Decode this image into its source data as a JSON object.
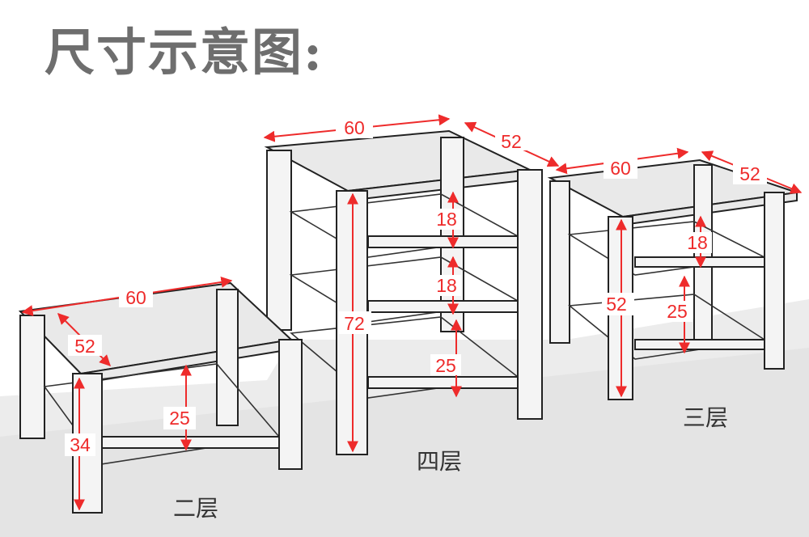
{
  "title": "尺寸示意图:",
  "units": {
    "two_tier": {
      "label": "二层",
      "width": "60",
      "depth": "52",
      "height": "34",
      "gaps": [
        "25"
      ]
    },
    "four_tier": {
      "label": "四层",
      "width": "60",
      "depth": "52",
      "height": "72",
      "gaps": [
        "18",
        "18",
        "25"
      ]
    },
    "three_tier": {
      "label": "三层",
      "width": "60",
      "depth": "52",
      "height": "52",
      "gaps": [
        "18",
        "25"
      ]
    }
  },
  "colors": {
    "dimension": "#ee2b2b",
    "title": "#6e6e6e",
    "sketch": "#222222",
    "floor": "#d6d6d6"
  }
}
